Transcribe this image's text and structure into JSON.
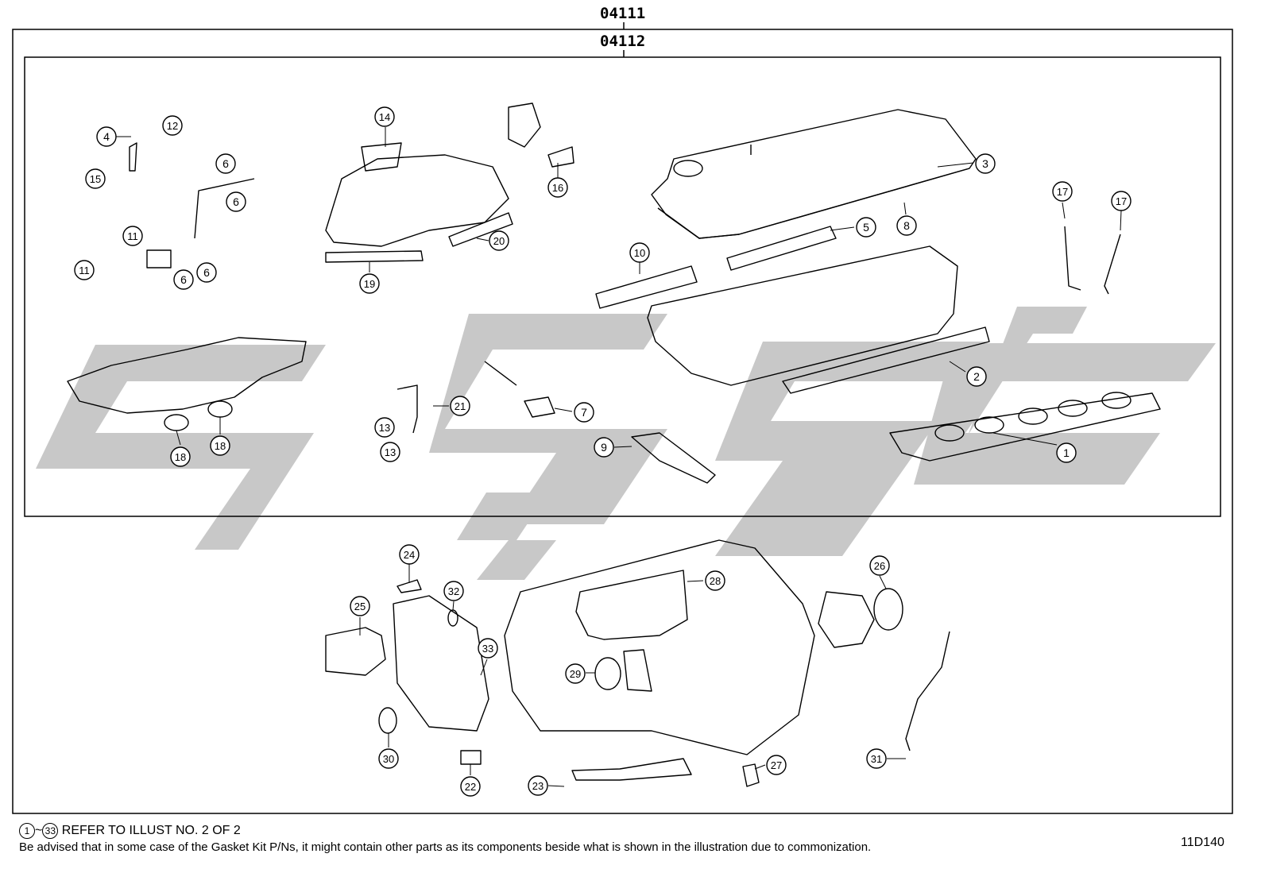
{
  "header": {
    "outer_part_no": "04111",
    "inner_part_no": "04112"
  },
  "callouts": [
    {
      "id": "c1",
      "label": "1"
    },
    {
      "id": "c2",
      "label": "2"
    },
    {
      "id": "c3",
      "label": "3"
    },
    {
      "id": "c4",
      "label": "4"
    },
    {
      "id": "c5",
      "label": "5"
    },
    {
      "id": "c6a",
      "label": "6"
    },
    {
      "id": "c6b",
      "label": "6"
    },
    {
      "id": "c6c",
      "label": "6"
    },
    {
      "id": "c6d",
      "label": "6"
    },
    {
      "id": "c7",
      "label": "7"
    },
    {
      "id": "c8",
      "label": "8"
    },
    {
      "id": "c9",
      "label": "9"
    },
    {
      "id": "c10",
      "label": "10"
    },
    {
      "id": "c11a",
      "label": "11"
    },
    {
      "id": "c11b",
      "label": "11"
    },
    {
      "id": "c12",
      "label": "12"
    },
    {
      "id": "c13a",
      "label": "13"
    },
    {
      "id": "c13b",
      "label": "13"
    },
    {
      "id": "c14",
      "label": "14"
    },
    {
      "id": "c15",
      "label": "15"
    },
    {
      "id": "c16",
      "label": "16"
    },
    {
      "id": "c17a",
      "label": "17"
    },
    {
      "id": "c17b",
      "label": "17"
    },
    {
      "id": "c18a",
      "label": "18"
    },
    {
      "id": "c18b",
      "label": "18"
    },
    {
      "id": "c19",
      "label": "19"
    },
    {
      "id": "c20",
      "label": "20"
    },
    {
      "id": "c21",
      "label": "21"
    },
    {
      "id": "c22",
      "label": "22"
    },
    {
      "id": "c23",
      "label": "23"
    },
    {
      "id": "c24",
      "label": "24"
    },
    {
      "id": "c25",
      "label": "25"
    },
    {
      "id": "c26",
      "label": "26"
    },
    {
      "id": "c27",
      "label": "27"
    },
    {
      "id": "c28",
      "label": "28"
    },
    {
      "id": "c29",
      "label": "29"
    },
    {
      "id": "c30",
      "label": "30"
    },
    {
      "id": "c31",
      "label": "31"
    },
    {
      "id": "c32",
      "label": "32"
    },
    {
      "id": "c33",
      "label": "33"
    }
  ],
  "footer": {
    "range_start": "1",
    "range_sep": "~",
    "range_end": "33",
    "refer_text": "REFER TO ILLUST NO. 2 OF 2",
    "advice_text": "Be advised that in some case of the Gasket Kit P/Ns,  it might contain other parts as its components beside what is shown in the illustration due to commonization.",
    "illustration_code": "11D140"
  },
  "colors": {
    "line": "#000000",
    "watermark": "#c8c8c8",
    "background": "#ffffff"
  }
}
